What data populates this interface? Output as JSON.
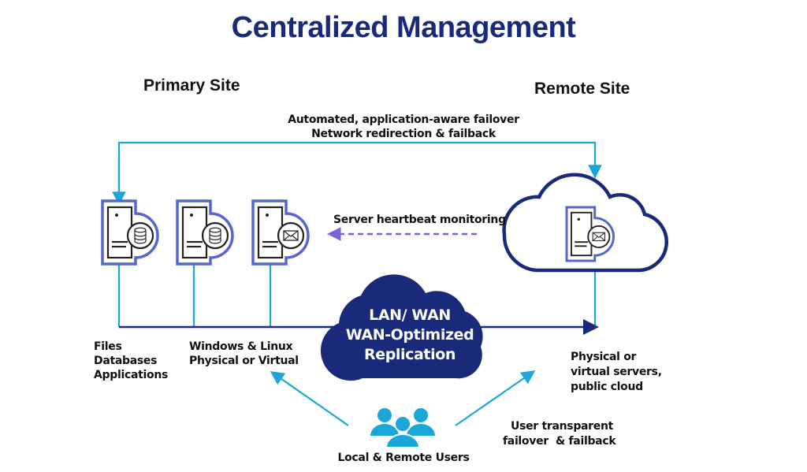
{
  "title": "Centralized Management",
  "primary_site": {
    "label": "Primary Site",
    "servers": [
      {
        "icon": "database-icon"
      },
      {
        "icon": "database-icon"
      },
      {
        "icon": "mail-icon"
      }
    ],
    "caption_data": [
      "Files",
      "Databases",
      "Applications"
    ],
    "caption_os": [
      "Windows & Linux",
      "Physical or Virtual"
    ]
  },
  "remote_site": {
    "label": "Remote Site",
    "server_icon": "mail-icon",
    "caption": [
      "Physical or",
      "virtual servers,",
      "public cloud"
    ]
  },
  "failover": {
    "line1": "Automated, application-aware failover",
    "line2": "Network redirection & failback"
  },
  "heartbeat": "Server heartbeat monitoring",
  "network_cloud": [
    "LAN/ WAN",
    "WAN-Optimized",
    "Replication"
  ],
  "users": {
    "label": "Local & Remote Users",
    "transparent": [
      "User transparent",
      "failover  & failback"
    ]
  },
  "colors": {
    "navy": "#1a2a7a",
    "cyan": "#1aa7d8",
    "server_outline": "#5566cc",
    "heartbeat": "#7b63d6"
  }
}
